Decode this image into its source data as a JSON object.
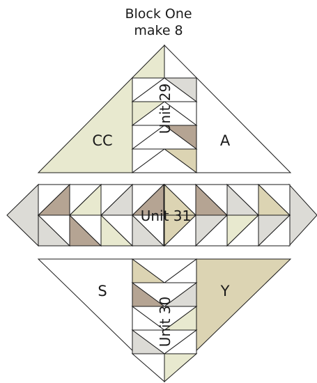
{
  "title": [
    "Block One",
    "make 8"
  ],
  "colors": {
    "cream": "#e8e9cf",
    "mauve": "#b5a493",
    "gray": "#dcdbd6",
    "tan": "#dcd4b3",
    "white": "#ffffff",
    "outline": "#1a1a1a"
  },
  "units": {
    "top": "Unit 29",
    "middle": "Unit 31",
    "bottom": "Unit 30"
  },
  "pieces": {
    "top_left": "CC",
    "top_right": "A",
    "bottom_left": "S",
    "bottom_right": "Y"
  }
}
